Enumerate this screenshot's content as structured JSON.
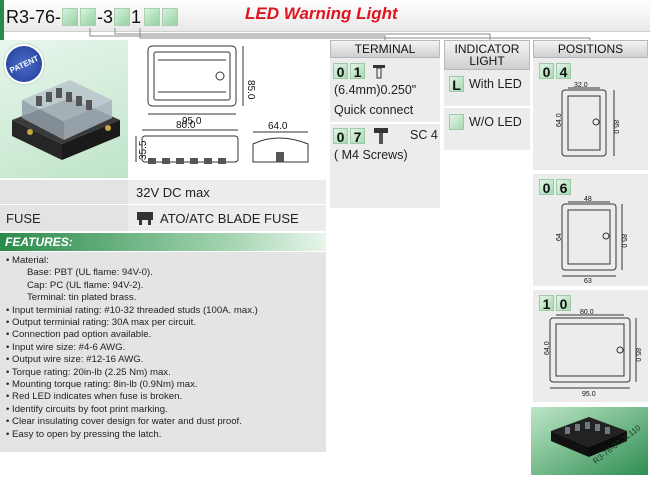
{
  "header": {
    "model_prefix": "R3-76-",
    "model_mid": "-3",
    "model_suffix": "1",
    "title": "LED Warning Light"
  },
  "patent_badge": "PATENT",
  "dimensions": {
    "top_width": "95.0",
    "top_height": "85.0",
    "side_width": "80.0",
    "side_height": "35.5",
    "end_width": "64.0"
  },
  "specs": {
    "voltage": "32V DC max",
    "fuse_label": "FUSE",
    "fuse_value": "ATO/ATC BLADE FUSE"
  },
  "features": {
    "title": "FEATURES:",
    "items": [
      {
        "text": "Material:",
        "level": "top"
      },
      {
        "text": "Base: PBT (UL flame: 94V-0).",
        "level": "sub"
      },
      {
        "text": "Cap: PC (UL flame: 94V-2).",
        "level": "sub"
      },
      {
        "text": "Terminal: tin plated brass.",
        "level": "sub"
      },
      {
        "text": "Input terminial rating: #10-32 threaded studs (100A. max.)",
        "level": "top"
      },
      {
        "text": "Output terminial rating: 30A max per circuit.",
        "level": "top"
      },
      {
        "text": "Connection pad option available.",
        "level": "top"
      },
      {
        "text": "Input wire size: #4-6 AWG.",
        "level": "top"
      },
      {
        "text": "Output wire size: #12-16 AWG.",
        "level": "top"
      },
      {
        "text": "Torque rating: 20in-lb (2.25 Nm) max.",
        "level": "top"
      },
      {
        "text": "Mounting torque rating: 8in-lb (0.9Nm) max.",
        "level": "top"
      },
      {
        "text": "Red LED indicates when fuse is broken.",
        "level": "top"
      },
      {
        "text": "Identify circuits by foot print marking.",
        "level": "top"
      },
      {
        "text": "Clear insulating cover design for water and dust proof.",
        "level": "top"
      },
      {
        "text": "Easy to open by pressing the latch.",
        "level": "top"
      }
    ]
  },
  "terminal": {
    "header": "TERMINAL",
    "option1": {
      "code": [
        "0",
        "1"
      ],
      "line1": "(6.4mm)0.250\"",
      "line2": "Quick connect"
    },
    "option2": {
      "code": [
        "0",
        "7"
      ],
      "label": "SC 4",
      "line1": "( M4 Screws)"
    }
  },
  "indicator": {
    "header_line1": "INDICATOR",
    "header_line2": "LIGHT",
    "option1": {
      "code": "L",
      "label": "With LED"
    },
    "option2": {
      "label": "W/O LED"
    }
  },
  "positions": {
    "header": "POSITIONS",
    "options": [
      {
        "code": [
          "0",
          "4"
        ],
        "width": "32.0",
        "height": "64.0",
        "outer": "85.0"
      },
      {
        "code": [
          "0",
          "6"
        ],
        "width": "48",
        "height": "64",
        "outer": "85.0",
        "base": "63"
      },
      {
        "code": [
          "1",
          "0"
        ],
        "width": "80.0",
        "height": "64.0",
        "outer": "85.0",
        "base": "95.0"
      }
    ]
  },
  "bottom_photo_label": "R3-76-07-3L110",
  "colors": {
    "accent_green": "#2a8a4a",
    "title_red": "#e0141e",
    "panel_gray": "#ececec"
  }
}
